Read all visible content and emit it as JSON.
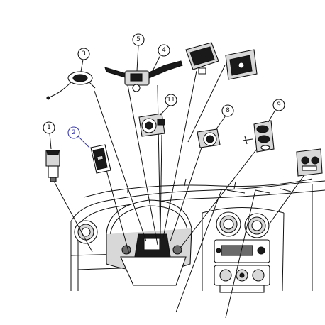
{
  "callouts": [
    {
      "id": "1",
      "label": "1",
      "highlighted": false
    },
    {
      "id": "2",
      "label": "2",
      "highlighted": true
    },
    {
      "id": "3",
      "label": "3",
      "highlighted": false
    },
    {
      "id": "4",
      "label": "4",
      "highlighted": false
    },
    {
      "id": "5",
      "label": "5",
      "highlighted": false
    },
    {
      "id": "8",
      "label": "8",
      "highlighted": false
    },
    {
      "id": "9",
      "label": "9",
      "highlighted": false
    },
    {
      "id": "11",
      "label": "11",
      "highlighted": false
    }
  ],
  "colors": {
    "line": "#111111",
    "highlight": "#3a3aa8",
    "background": "#ffffff"
  }
}
